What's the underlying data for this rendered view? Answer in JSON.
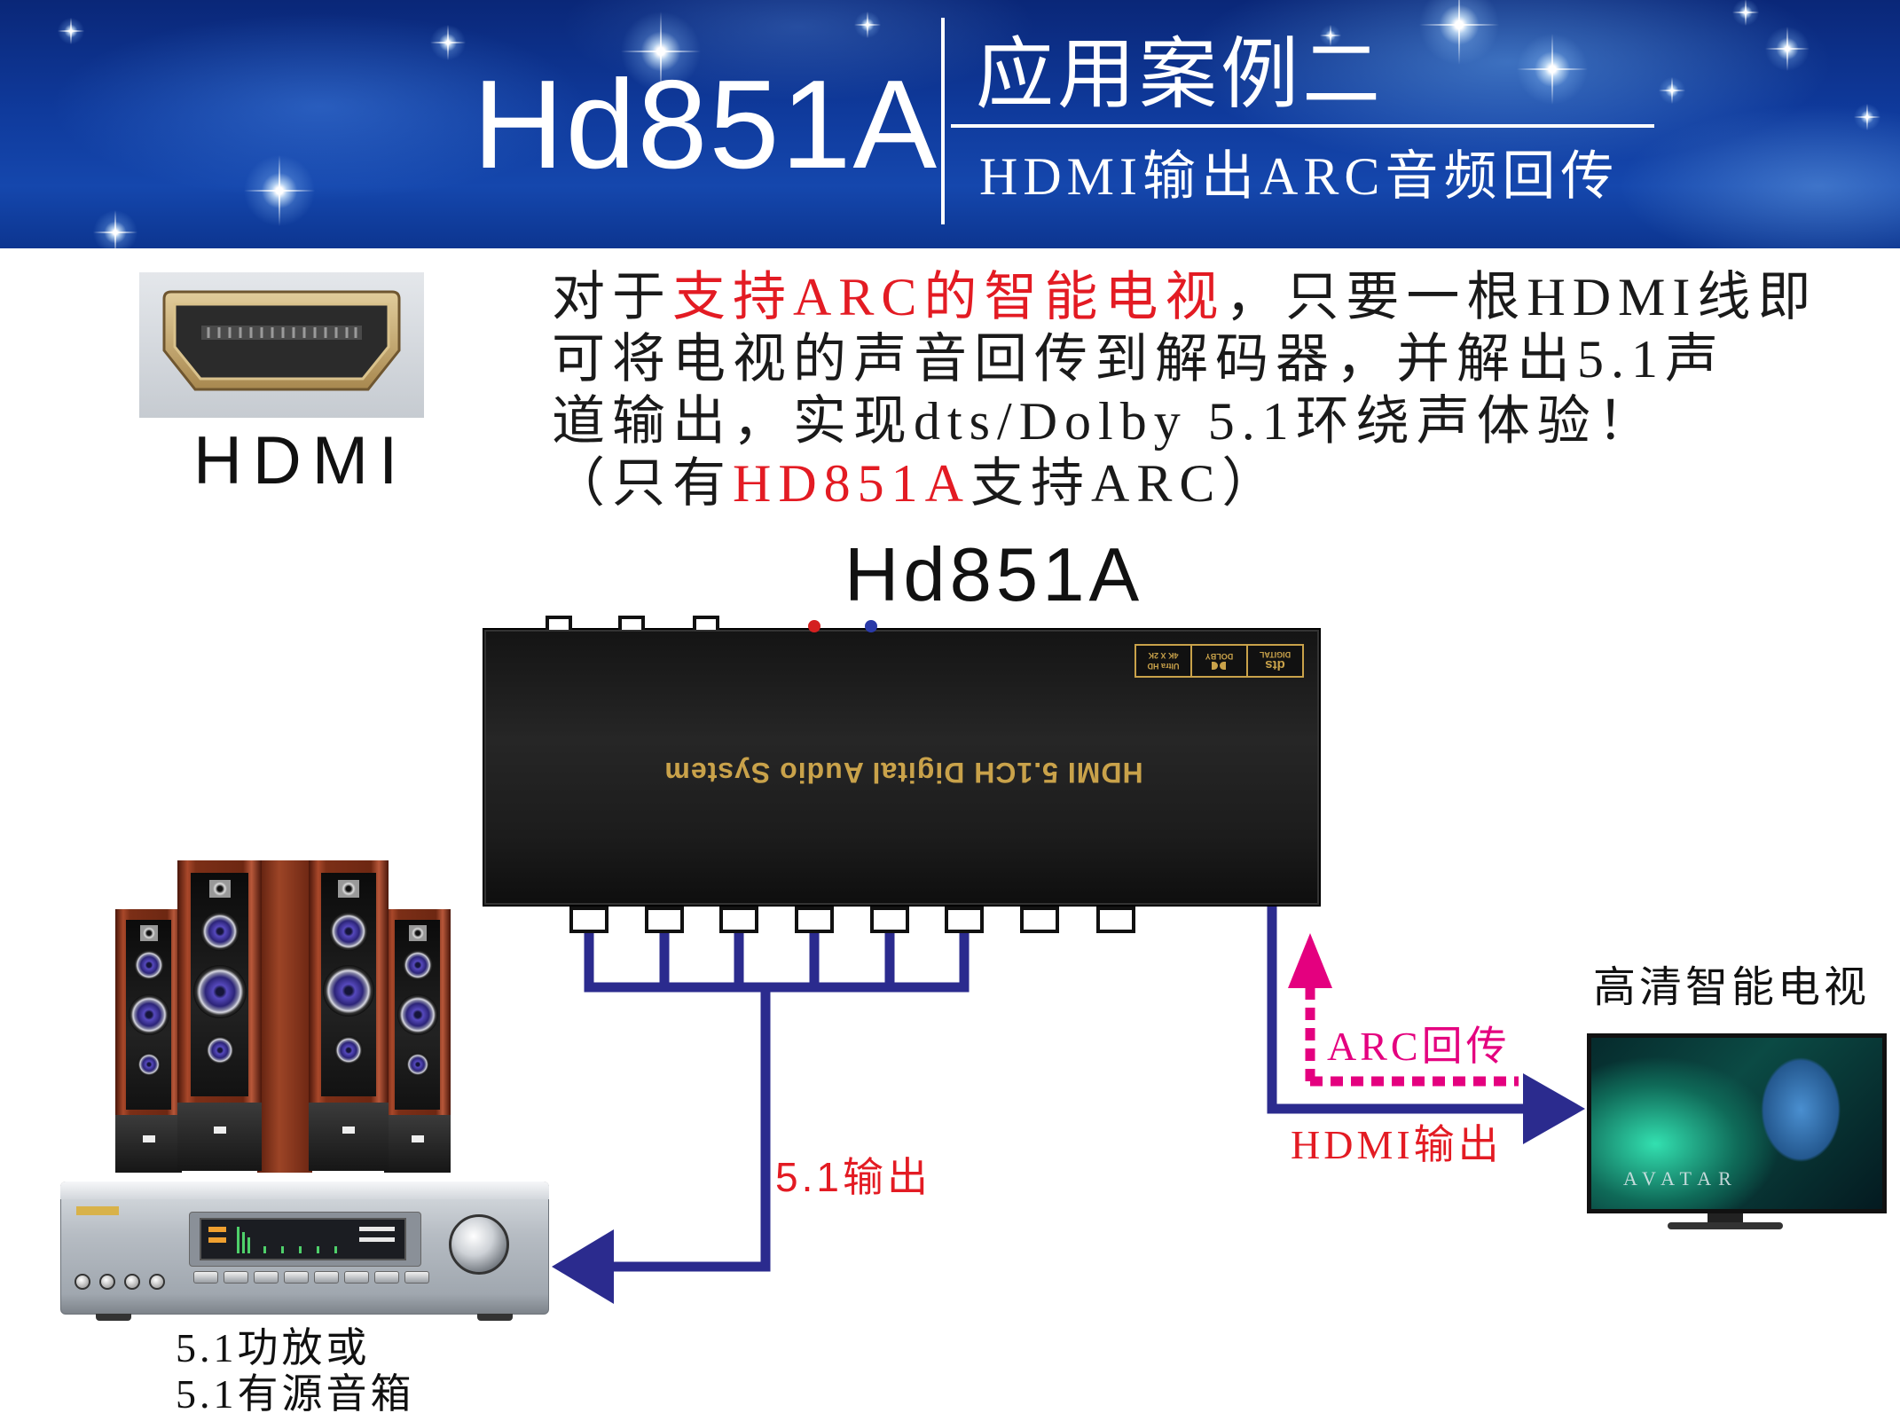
{
  "colors": {
    "header_top": "#0a2778",
    "header_bottom": "#0c3590",
    "wire": "#2b2b8e",
    "arc": "#e4007f",
    "highlight": "#e31b23",
    "gold": "#c9a24a"
  },
  "header": {
    "product": "Hd851A",
    "title": "应用案例二",
    "subtitle": "HDMI输出ARC音频回传"
  },
  "hdmi_port": {
    "label": "HDMI"
  },
  "description": {
    "line1_a": "对于",
    "line1_b": "支持ARC的智能电视",
    "line1_c": "，只要一根HDMI线即",
    "line2": "可将电视的声音回传到解码器，并解出5.1声",
    "line3": "道输出，实现dts/Dolby 5.1环绕声体验！",
    "line4_a": "（只有",
    "line4_b": "HD851A",
    "line4_c": "支持ARC）"
  },
  "device": {
    "label": "Hd851A",
    "panel_text": "HDMI 5.1CH Digital Audio System",
    "badge": {
      "dts": "dts",
      "dts_sub": "DIGITAL",
      "dolby": "DOLBY",
      "uhd": "Ultra HD",
      "resolution": "4K X 2K"
    }
  },
  "connections": {
    "audio_out": "5.1输出",
    "arc_return": "ARC回传",
    "hdmi_out": "HDMI输出"
  },
  "tv": {
    "label": "高清智能电视",
    "screen_text": "AVATAR"
  },
  "audio_system": {
    "line1": "5.1功放或",
    "line2": "5.1有源音箱"
  }
}
